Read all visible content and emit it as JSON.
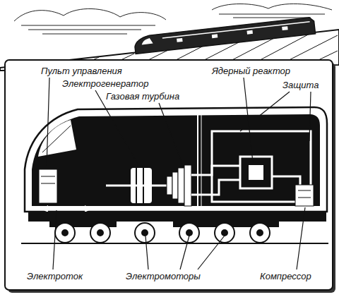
{
  "diagram": {
    "labels": [
      "Пульт управления",
      "Электрогенератор",
      "Газовая турбина",
      "Ядерный реактор",
      "Защита",
      "Электроток",
      "Электромоторы",
      "Компрессор"
    ]
  }
}
